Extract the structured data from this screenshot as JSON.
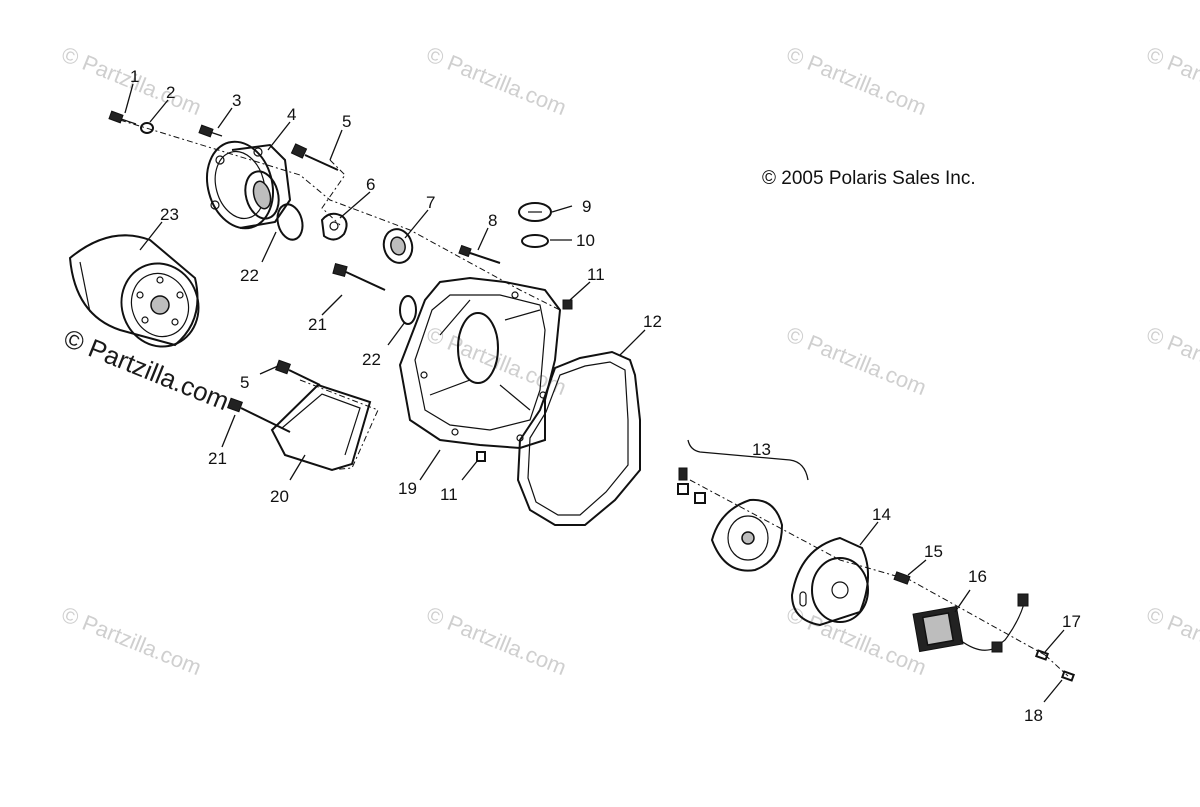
{
  "diagram": {
    "copyright": "© 2005 Polaris Sales Inc.",
    "watermark": "© Partzilla.com",
    "callouts": [
      "1",
      "2",
      "3",
      "4",
      "5",
      "6",
      "7",
      "8",
      "9",
      "10",
      "11",
      "12",
      "13",
      "14",
      "15",
      "16",
      "17",
      "18",
      "19",
      "20",
      "21",
      "22",
      "23"
    ]
  },
  "labels": {
    "c1": "1",
    "c2": "2",
    "c3": "3",
    "c4": "4",
    "c5a": "5",
    "c5b": "5",
    "c6": "6",
    "c7": "7",
    "c8": "8",
    "c9": "9",
    "c10": "10",
    "c11a": "11",
    "c11b": "11",
    "c12": "12",
    "c13": "13",
    "c14": "14",
    "c15": "15",
    "c16": "16",
    "c17": "17",
    "c18": "18",
    "c19": "19",
    "c20": "20",
    "c21a": "21",
    "c21b": "21",
    "c22a": "22",
    "c22b": "22",
    "c23": "23"
  }
}
